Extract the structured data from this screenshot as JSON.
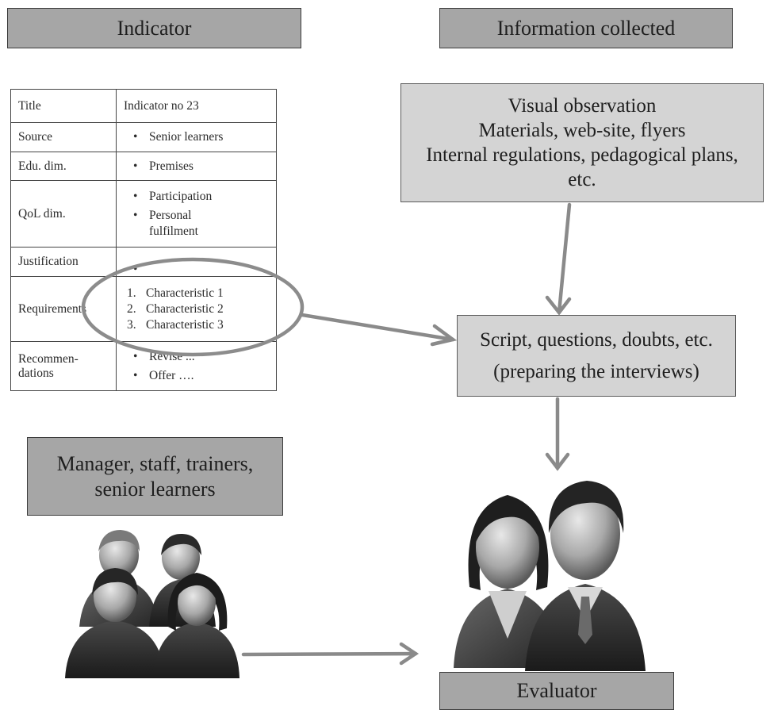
{
  "header_indicator": "Indicator",
  "header_info": "Information collected",
  "table": {
    "rows": [
      {
        "label": "Title",
        "value": "Indicator no 23"
      },
      {
        "label": "Source",
        "items": [
          "Senior learners"
        ]
      },
      {
        "label": "Edu. dim.",
        "items": [
          "Premises"
        ]
      },
      {
        "label": "QoL dim.",
        "items": [
          "Participation",
          "Personal fulfilment"
        ]
      },
      {
        "label": "Justification",
        "items": [
          ""
        ]
      },
      {
        "label": "Requirements",
        "numbered": [
          "Characteristic 1",
          "Characteristic 2",
          "Characteristic 3"
        ]
      },
      {
        "label": "Recommen-dations",
        "items": [
          "Revise ...",
          "Offer …."
        ]
      }
    ]
  },
  "info_box": {
    "lines": [
      "Visual observation",
      "Materials, web-site, flyers",
      "Internal regulations, pedagogical plans,",
      "etc."
    ]
  },
  "script_box": {
    "lines": [
      "Script, questions, doubts, etc.",
      "(preparing the interviews)"
    ]
  },
  "stakeholders_box": {
    "lines": [
      "Manager, staff, trainers,",
      "senior learners"
    ]
  },
  "evaluator_label": "Evaluator",
  "icons": [
    "group-of-people-icon",
    "two-people-icon"
  ],
  "colors": {
    "header_fill": "#a6a6a6",
    "box_fill": "#d4d4d4",
    "arrow": "#8a8a8a"
  }
}
